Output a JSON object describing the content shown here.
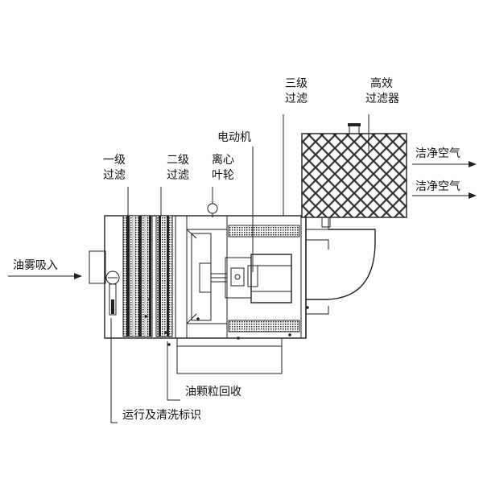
{
  "labels": {
    "stage1": [
      "一级",
      "过滤"
    ],
    "stage2": [
      "二级",
      "过滤"
    ],
    "impeller": [
      "离心",
      "叶轮"
    ],
    "motor": "电动机",
    "stage3": [
      "三级",
      "过滤"
    ],
    "hepa": [
      "高效",
      "过滤器"
    ],
    "clean_air_1": "洁净空气",
    "clean_air_2": "洁净空气",
    "inlet": "油雾吸入",
    "oil_recovery": "油颗粒回收",
    "run_clean_mark": "运行及清洗标识"
  },
  "icons": [
    "arrow-right-icon",
    "motor-icon",
    "filter-mesh-icon"
  ],
  "colors": {
    "line": "#222222",
    "mesh": "#333333",
    "background": "#ffffff"
  }
}
